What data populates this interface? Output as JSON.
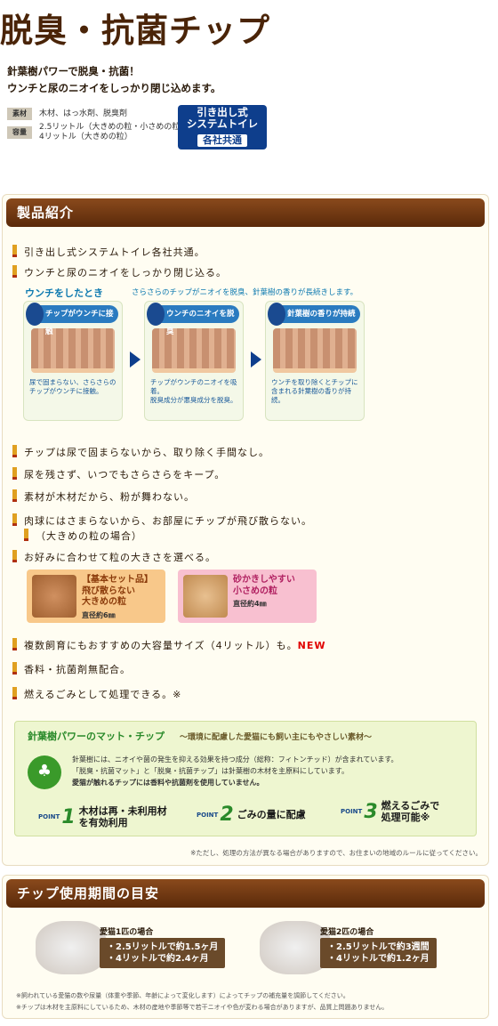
{
  "title": "脱臭・抗菌チップ",
  "intro": {
    "line1": "針葉樹パワーで脱臭・抗菌！",
    "line2": "ウンチと尿のニオイをしっかり閉じ込めます。"
  },
  "spec": {
    "material_label": "素材",
    "material_value": "木材、はっ水剤、脱臭剤",
    "capacity_label": "容量",
    "capacity_line1": "2.5リットル（大きめの粒・小さめの粒）",
    "capacity_line2": "4リットル（大きめの粒）"
  },
  "badge": {
    "line1": "引き出し式",
    "line2": "システムトイレ",
    "line3": "各社共通"
  },
  "product": {
    "heading": "製品紹介",
    "b1": "引き出し式システムトイレ各社共通。",
    "b2": "ウンチと尿のニオイをしっかり閉じ込る。",
    "b3": "チップは尿で固まらないから、取り除く手間なし。",
    "b4": "尿を残さず、いつでもさらさらをキープ。",
    "b5": "素材が木材だから、粉が舞わない。",
    "b6": "肉球にはさまらないから、お部屋にチップが飛び散らない。",
    "b6sub": "（大きめの粒の場合）",
    "b7": "お好みに合わせて粒の大きさを選べる。",
    "b8": "複数飼育にもおすすめの大容量サイズ（4リットル）も。",
    "b8new": "NEW",
    "b9": "香料・抗菌剤無配合。",
    "b10": "燃えるごみとして処理できる。※"
  },
  "diagram": {
    "heading": "ウンチをしたとき",
    "note": "さらさらのチップがニオイを脱臭、針葉樹の香りが長続きします。",
    "steps": [
      {
        "title": "チップがウンチに接触",
        "cap1": "尿で固まらない、さらさらの",
        "cap2": "チップがウンチに接触。"
      },
      {
        "title": "ウンチのニオイを脱臭",
        "cap1": "チップがウンチのニオイを吸着。",
        "cap2": "脱臭成分が悪臭成分を脱臭。"
      },
      {
        "title": "針葉樹の香りが持続",
        "cap1": "ウンチを取り除くとチップに",
        "cap2": "含まれる針葉樹の香りが持続。"
      }
    ]
  },
  "cards": [
    {
      "l1": "【基本セット品】",
      "l2": "飛び散らない",
      "l3": "大きめの粒",
      "dia": "直径約6㎜"
    },
    {
      "l1": "砂かきしやすい",
      "l2": "小さめの粒",
      "l3": "",
      "dia": "直径約4㎜"
    }
  ],
  "mat": {
    "title": "針葉樹パワーのマット・チップ",
    "subtitle": "～環境に配慮した愛猫にも飼い主にもやさしい素材～",
    "d1": "針葉樹には、ニオイや菌の発生を抑える効果を持つ成分（総称：フィトンチッド）が含まれています。",
    "d2": "「脱臭・抗菌マット」と「脱臭・抗菌チップ」は針葉樹の木材を主原料にしています。",
    "d3": "愛猫が触れるチップには香料や抗菌剤を使用していません。",
    "point_label": "POINT",
    "p1a": "木材は再・未利用材",
    "p1b": "を有効利用",
    "p2": "ごみの量に配慮",
    "p3a": "燃えるごみで",
    "p3b": "処理可能※"
  },
  "note1": "※ただし、処理の方法が異なる場合がありますので、お住まいの地域のルールに従ってください。",
  "period": {
    "heading": "チップ使用期間の目安",
    "one_label": "愛猫1匹の場合",
    "one_a": "・2.5リットルで約1.5ヶ月",
    "one_b": "・4リットルで約2.4ヶ月",
    "two_label": "愛猫2匹の場合",
    "two_a": "・2.5リットルで約3週間",
    "two_b": "・4リットルで約1.2ヶ月"
  },
  "notes2": {
    "n1": "※飼われている愛猫の数や尿量（体重や季節、年齢によって変化します）によってチップの補充量を調節してください。",
    "n2": "※チップは木材を主原料にしているため、木材の産地や季節等で若干ニオイや色が変わる場合がありますが、品質上問題ありません。"
  }
}
